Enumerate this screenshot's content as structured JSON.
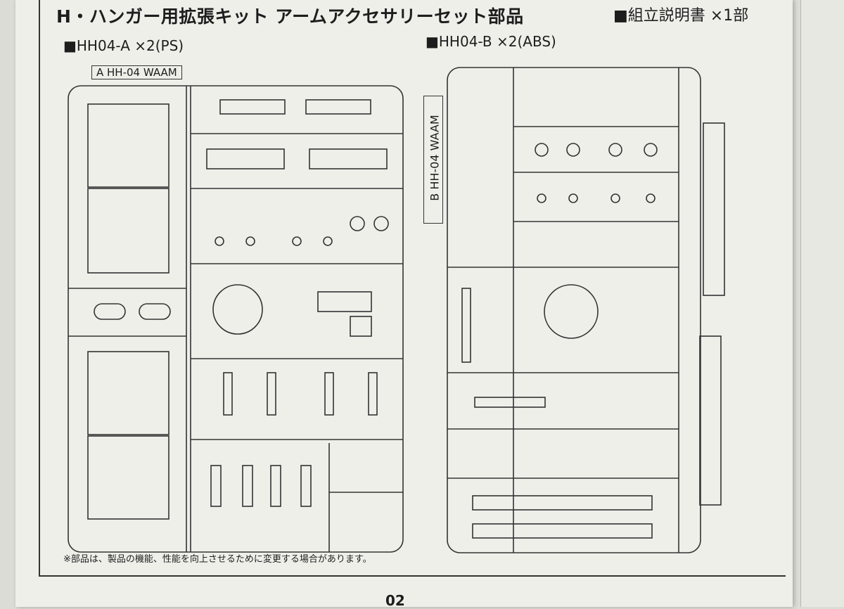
{
  "header": {
    "title": "H・ハンガー用拡張キット アームアクセサリーセット部品",
    "manual_note": "■組立説明書 ×1部"
  },
  "runners": [
    {
      "id": "A",
      "heading": "■HH04-A ×2(PS)",
      "tag": "A HH-04 WAAM"
    },
    {
      "id": "B",
      "heading": "■HH04-B ×2(ABS)",
      "tag": "B HH-04 WAAM"
    }
  ],
  "footnote": "※部品は、製品の機能、性能を向上させるために変更する場合があります。",
  "page_number": "02",
  "colors": {
    "paper": "#efefea",
    "ink": "#333333"
  }
}
